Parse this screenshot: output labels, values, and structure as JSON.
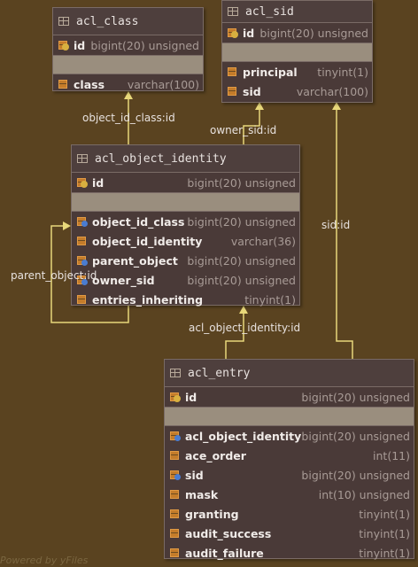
{
  "diagram": {
    "tables": {
      "acl_class": {
        "name": "acl_class",
        "columns": [
          {
            "name": "id",
            "type": "bigint(20) unsigned"
          },
          {
            "name": "class",
            "type": "varchar(100)"
          }
        ]
      },
      "acl_sid": {
        "name": "acl_sid",
        "columns": [
          {
            "name": "id",
            "type": "bigint(20) unsigned"
          },
          {
            "name": "principal",
            "type": "tinyint(1)"
          },
          {
            "name": "sid",
            "type": "varchar(100)"
          }
        ]
      },
      "acl_object_identity": {
        "name": "acl_object_identity",
        "columns": [
          {
            "name": "id",
            "type": "bigint(20) unsigned"
          },
          {
            "name": "object_id_class",
            "type": "bigint(20) unsigned"
          },
          {
            "name": "object_id_identity",
            "type": "varchar(36)"
          },
          {
            "name": "parent_object",
            "type": "bigint(20) unsigned"
          },
          {
            "name": "owner_sid",
            "type": "bigint(20) unsigned"
          },
          {
            "name": "entries_inheriting",
            "type": "tinyint(1)"
          }
        ]
      },
      "acl_entry": {
        "name": "acl_entry",
        "columns": [
          {
            "name": "id",
            "type": "bigint(20) unsigned"
          },
          {
            "name": "acl_object_identity",
            "type": "bigint(20) unsigned"
          },
          {
            "name": "ace_order",
            "type": "int(11)"
          },
          {
            "name": "sid",
            "type": "bigint(20) unsigned"
          },
          {
            "name": "mask",
            "type": "int(10) unsigned"
          },
          {
            "name": "granting",
            "type": "tinyint(1)"
          },
          {
            "name": "audit_success",
            "type": "tinyint(1)"
          },
          {
            "name": "audit_failure",
            "type": "tinyint(1)"
          }
        ]
      }
    },
    "relations": {
      "object_id_class": "object_id_class:id",
      "owner_sid": "owner_sid:id",
      "sid": "sid:id",
      "parent_object": "parent_object:id",
      "acl_object_identity": "acl_object_identity:id"
    },
    "footer": "Powered by yFiles"
  },
  "colors": {
    "background": "#5a4320",
    "table": "#4a3a38",
    "connector": "#e8d87a"
  }
}
